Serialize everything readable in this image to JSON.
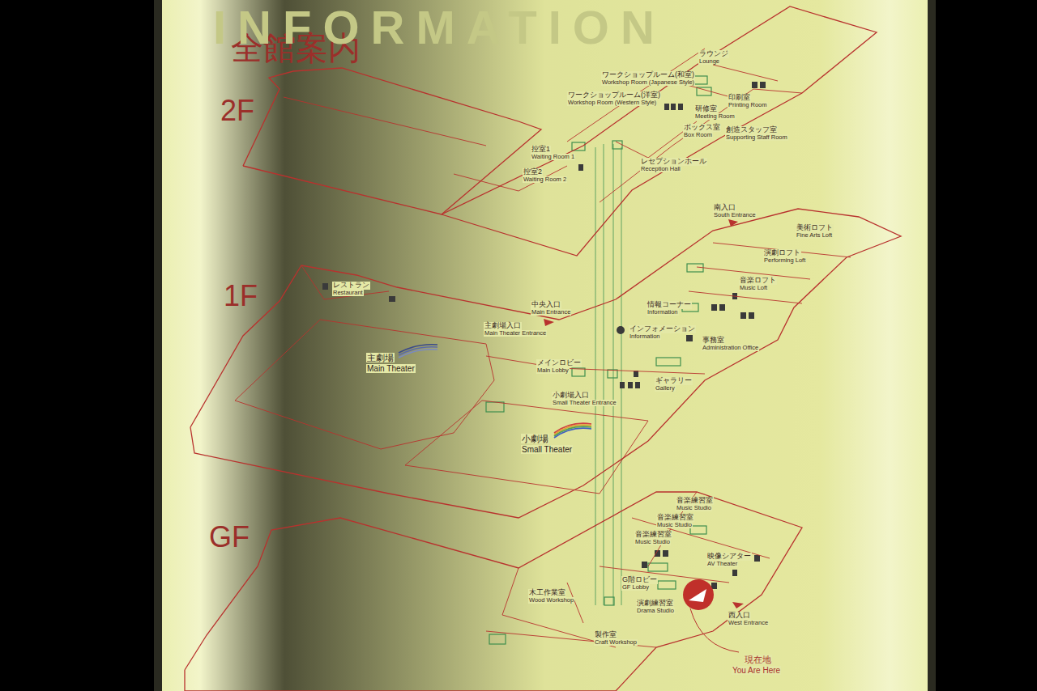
{
  "diagram": {
    "title": "全館案内",
    "nodes": [
      {
        "text": [
          "2F"
        ]
      },
      {
        "text": [
          "1F"
        ]
      },
      {
        "text": [
          "GF"
        ]
      }
    ],
    "labels": [
      "INFORMATION",
      "ワークショップルーム(和室)",
      "Workshop Room (Japanese Style)",
      "ラウンジ",
      "Lounge",
      "ワークショップルーム(洋室)",
      "Workshop Room (Western Style)",
      "印刷室",
      "Printing Room",
      "研修室",
      "Meeting Room",
      "ボックス室",
      "Box Room",
      "創造スタッフ室",
      "Supporting Staff Room",
      "控室1",
      "Waiting Room 1",
      "控室2",
      "Waiting Room 2",
      "レセプションホール",
      "Reception Hall",
      "南入口",
      "South Entrance",
      "美術ロフト",
      "Fine Arts Loft",
      "演劇ロフト",
      "Performing Loft",
      "音楽ロフト",
      "Music Loft",
      "レストラン",
      "Restaurant",
      "情報コーナー",
      "Information",
      "中央入口",
      "Main Entrance",
      "インフォメーション",
      "Information",
      "主劇場入口",
      "Main Theater Entrance",
      "事務室",
      "Administration Office",
      "主劇場",
      "Main Theater",
      "メインロビー",
      "Main Lobby",
      "ギャラリー",
      "Gallery",
      "小劇場入口",
      "Small Theater Entrance",
      "小劇場",
      "Small Theater",
      "音楽練習室",
      "Music Studio",
      "音楽練習室",
      "Music Studio",
      "音楽練習室",
      "Music Studio",
      "映像シアター",
      "AV Theater",
      "G階ロビー",
      "GF Lobby",
      "木工作業室",
      "Wood Workshop",
      "演劇練習室",
      "Drama Studio",
      "西入口",
      "West Entrance",
      "製作室",
      "Craft Workshop",
      "現在地",
      "You Are Here"
    ]
  }
}
